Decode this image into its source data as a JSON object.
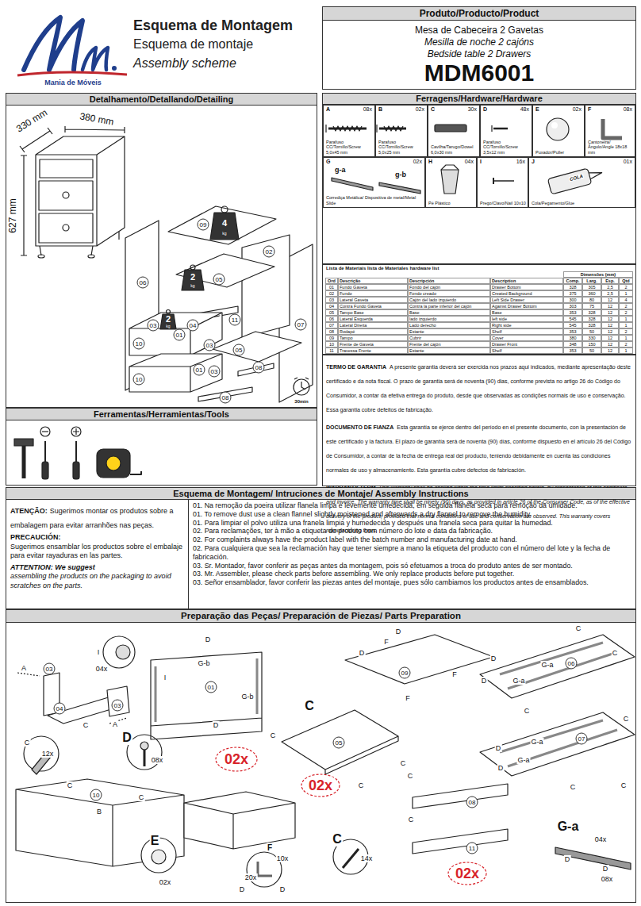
{
  "diagram": {
    "title": "Esquema de Montagem",
    "nodes": [
      {
        "text": [
          "Produto/Producto/Product",
          "Mesa de Cabeceira 2 Gavetas",
          "Mesilla de noche 2 cajóns",
          "Bedside table 2 Drawers",
          "MDM6001"
        ]
      },
      {
        "text": [
          "Detalhamento/Detallando/Detailing"
        ]
      },
      {
        "text": [
          "Ferramentas/Herramientas/Tools"
        ]
      },
      {
        "text": [
          "Ferragens/Hardware/Hardware"
        ]
      },
      {
        "text": [
          "A",
          "08x",
          "Parafuso CC/Tornillo/Screw 5,0x45 mm"
        ],
        "in": 3
      },
      {
        "text": [
          "B",
          "02x",
          "Parafuso CC/Tornillo/Screw 5,0x25 mm"
        ],
        "in": 3
      },
      {
        "text": [
          "C",
          "30x",
          "Cavilha/Tarugo/Dowel 6,0x30 mm"
        ],
        "in": 3
      },
      {
        "text": [
          "D",
          "48x",
          "Parafuso CC/Tornillo/Screw 3,5x12 mm"
        ],
        "in": 3
      },
      {
        "text": [
          "E",
          "02x",
          "Puxador/Puller"
        ],
        "in": 3
      },
      {
        "text": [
          "F",
          "08x",
          "Cantoneira/Ângulo/Angle 18x18 mm"
        ],
        "in": 3
      },
      {
        "text": [
          "G",
          "02x",
          "Corrediça Metálica/ Dispositiva de metal/Metal Slide",
          "g-a",
          "g-b"
        ],
        "in": 3
      },
      {
        "text": [
          "H",
          "04x",
          "Pé Plástico"
        ],
        "in": 3
      },
      {
        "text": [
          "I",
          "16x",
          "Prego/Clavo/Nail 10x10"
        ],
        "in": 3
      },
      {
        "text": [
          "J",
          "01x",
          "Cola/Pegamento/Glue",
          "COLA"
        ],
        "in": 3
      },
      {
        "text": [
          "Lista de Materiais lista de Materiales hardware list"
        ]
      },
      {
        "text": [
          "TERMO DE GARANTIA",
          "A presente garantia deverá ser exercida nos prazos aqui indicados, mediante apresentação deste certificado e da nota fiscal. O prazo de garantia será de noventa (90) dias, conforme prevista no artigo 26 do Código do Consumidor, a contar da efetiva entrega do produto, desde que observadas as condições normais de uso e conservação. Essa garantia cobre defeitos de fabricação.",
          "DOCUMENTO DE FIANZA",
          "Esta garantía se ejerce dentro del período en el presente documento, con la presentación de este certificado y la factura. El plazo de garantía será de noventa (90) días, conforme dispuesto en el artículo 26 del Código de Consumidor, a contar de la fecha de entrega real del producto, teniendo debidamente en cuenta las condiciones normales de uso y almacenamiento. Esta garantía cubre defectos de fabricación.",
          "WARRANTY TERM",
          "This warranty shall be applied within the time limits specified herein, by presentation of this certificate and invoice. The warranty time shall be ninety (90) days, as provided in article 26 of the Consumer Code, as of the effective delivery of the product, provided that normal conditions of use and conservation are observed. This warranty covers manufacturing flaws."
        ]
      },
      {
        "text": [
          "Esquema de Montagem/ Intruciones de Montaje/ Assembly Instructions"
        ]
      },
      {
        "text": [
          "ATENÇÃO:",
          "Sugerimos montar os produtos sobre a embalagem para evitar arranhões nas peças.",
          "PRECAUCIÓN:",
          "Sugerimos ensamblar los productos sobre el embalaje para evitar rayaduras en las partes.",
          "ATTENTION: We suggest",
          "assembling the products on the packaging to avoid scratches on the parts."
        ],
        "in": 16
      },
      {
        "text": [
          "01. Na remoção da poeira utilizar flanela limpa e levemente umedecida, em seguida flanela seca para remoção da umidade.",
          "01. To remove dust use a clean flannel slightly moistened and afterwards a dry flannel to remove the humidity.",
          "01. Para limpiar el polvo utiliza una franela limpia y humedecida y después una franela seca para quitar la humedad.",
          "02. Para reclamações, ter à mão a etiqueta do produto com número do lote e data da fabricação.",
          "02. For complaints always have the product label with the batch number and manufacturing date at hand.",
          "02. Para cualquiera que sea la reclamación hay que tener siempre a mano la etiqueta del producto con el número del lote y la fecha de fabricación.",
          "03. Sr. Montador, favor conferir as peças antes da montagem, pois só efetuamos a troca do produto antes de ser montado.",
          "03. Mr. Assembler, please check parts before assembling. We only replace products before put together.",
          "03. Señor ensamblador, favor conferir las piezas antes del montaje, pues sólo cambiamos los productos antes de ensamblados."
        ],
        "in": 16
      },
      {
        "text": [
          "Preparação das Peças/ Preparación de Piezas/ Parts Preparation"
        ]
      }
    ],
    "labels": [
      "Dimensões (mm)",
      "Ord",
      "Descrição",
      "Descripción",
      "Description",
      "Comp.",
      "Larg.",
      "Esp.",
      "Qtd",
      "01",
      "Fundo Gaveta",
      "Fondo del cajón",
      "Drawer Bottom",
      "328",
      "305",
      "2,5",
      "2",
      "02",
      "Fundo",
      "Fondo creado",
      "Created Background",
      "375",
      "360",
      "2,5",
      "1",
      "03",
      "Lateral Gaveta",
      "Cajón del lado izquierdo",
      "Left Side Drawer",
      "300",
      "80",
      "12",
      "4",
      "04",
      "Contra Fundo Gaveta",
      "Contra la parte inferior del cajón",
      "Against Drawer Bottom",
      "303",
      "75",
      "12",
      "2",
      "05",
      "Tampo Base",
      "Base",
      "Base",
      "353",
      "328",
      "12",
      "2",
      "06",
      "Lateral Esquerda",
      "lado izquierdo",
      "left side",
      "545",
      "328",
      "12",
      "1",
      "07",
      "Lateral Direita",
      "Lado derecho",
      "Right side",
      "545",
      "328",
      "12",
      "1",
      "08",
      "Rodapé",
      "Estante",
      "Shelf",
      "353",
      "50",
      "12",
      "2",
      "09",
      "Tampo",
      "Cubrir",
      "Cover",
      "380",
      "330",
      "12",
      "1",
      "10",
      "Frente de Gaveta",
      "Frente del cajón",
      "Drawer Front",
      "348",
      "150",
      "12",
      "2",
      "11",
      "Travessa Frente",
      "Estante",
      "Shelf",
      "353",
      "50",
      "12",
      "1",
      "Esquema de montaje",
      "Assembly scheme",
      "Mania de Móveis",
      "330 mm",
      "380 mm",
      "627 mm",
      "09",
      "02",
      "06",
      "05",
      "11",
      "07",
      "03",
      "04",
      "01",
      "10",
      "03",
      "05",
      "08",
      "10",
      "01",
      "03",
      "08",
      "4",
      "kg",
      "2",
      "kg",
      "2",
      "kg",
      "30min",
      "A",
      "03",
      "I",
      "04x",
      "04",
      "03",
      "C",
      "A",
      "D",
      "G-b",
      "I",
      "01",
      "G-b",
      "D",
      "C",
      "12x",
      "D",
      "08x",
      "02x",
      "C",
      "10",
      "C",
      "B",
      "E",
      "02x",
      "F",
      "10x",
      "20x",
      "D",
      "D",
      "D",
      "F",
      "D",
      "09",
      "F",
      "F",
      "C",
      "05",
      "C",
      "02x",
      "C",
      "C",
      "08",
      "C",
      "C",
      "11",
      "02x",
      "C",
      "14x",
      "C",
      "06",
      "G-a",
      "G-a",
      "D",
      "D",
      "C",
      "C",
      "C",
      "07",
      "G-a",
      "G-a",
      "D",
      "D",
      "C",
      "C",
      "G-a",
      "04x",
      "D",
      "D",
      "08x"
    ]
  }
}
